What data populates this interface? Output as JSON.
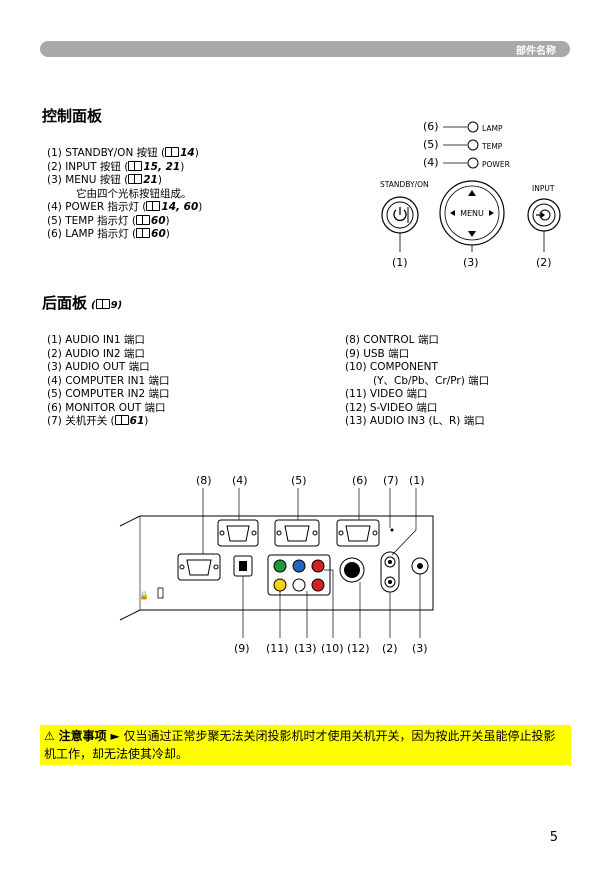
{
  "header": {
    "section": "部件名称"
  },
  "control_panel": {
    "title": "控制面板",
    "items": [
      {
        "text": "(1) STANDBY/ON 按钮 (",
        "ref": "14"
      },
      {
        "text": "(2) INPUT 按钮 (",
        "ref": "15, 21"
      },
      {
        "text": "(3) MENU 按钮 (",
        "ref": "21"
      },
      {
        "text": "它由四个光标按钮组成。",
        "ref": ""
      },
      {
        "text": "(4) POWER 指示灯 (",
        "ref": "14, 60"
      },
      {
        "text": "(5) TEMP 指示灯 (",
        "ref": "60"
      },
      {
        "text": "(6) LAMP 指示灯 (",
        "ref": "60"
      }
    ],
    "diagram": {
      "labels": {
        "n6": "(6)",
        "n5": "(5)",
        "n4": "(4)",
        "n1": "(1)",
        "n3": "(3)",
        "n2": "(2)"
      },
      "indicators": {
        "lamp": "LAMP",
        "temp": "TEMP",
        "power": "POWER"
      },
      "buttons": {
        "standby": "STANDBY/ON",
        "menu": "MENU",
        "input": "INPUT"
      }
    }
  },
  "rear_panel": {
    "title": "后面板",
    "ref": "9",
    "items_left": [
      {
        "text": "(1) AUDIO IN1 端口",
        "ref": ""
      },
      {
        "text": "(2) AUDIO IN2 端口",
        "ref": ""
      },
      {
        "text": "(3) AUDIO OUT 端口",
        "ref": ""
      },
      {
        "text": "(4) COMPUTER IN1 端口",
        "ref": ""
      },
      {
        "text": "(5) COMPUTER IN2 端口",
        "ref": ""
      },
      {
        "text": "(6) MONITOR OUT 端口",
        "ref": ""
      },
      {
        "text": "(7) 关机开关 (",
        "ref": "61"
      }
    ],
    "items_right": [
      "(8) CONTROL 端口",
      "(9) USB 端口",
      "(10) COMPONENT",
      "(Y、Cb/Pb、Cr/Pr) 端口",
      "(11) VIDEO 端口",
      "(12) S-VIDEO 端口",
      "(13) AUDIO IN3 (L、R) 端口"
    ],
    "diagram": {
      "top_labels": {
        "n8": "(8)",
        "n4": "(4)",
        "n5": "(5)",
        "n6": "(6)",
        "n7": "(7)",
        "n1": "(1)"
      },
      "bottom_labels": {
        "n9": "(9)",
        "n11": "(11)",
        "n13": "(13)",
        "n10": "(10)",
        "n12": "(12)",
        "n2": "(2)",
        "n3": "(3)"
      }
    }
  },
  "caution": {
    "icon": "warning-triangle-icon",
    "label": "注意事项",
    "arrow": "►",
    "text": "仅当通过正常步聚无法关闭投影机时才使用关机开关，因为按此开关虽能停止投影机工作，却无法使其冷却。"
  },
  "page_number": "5"
}
